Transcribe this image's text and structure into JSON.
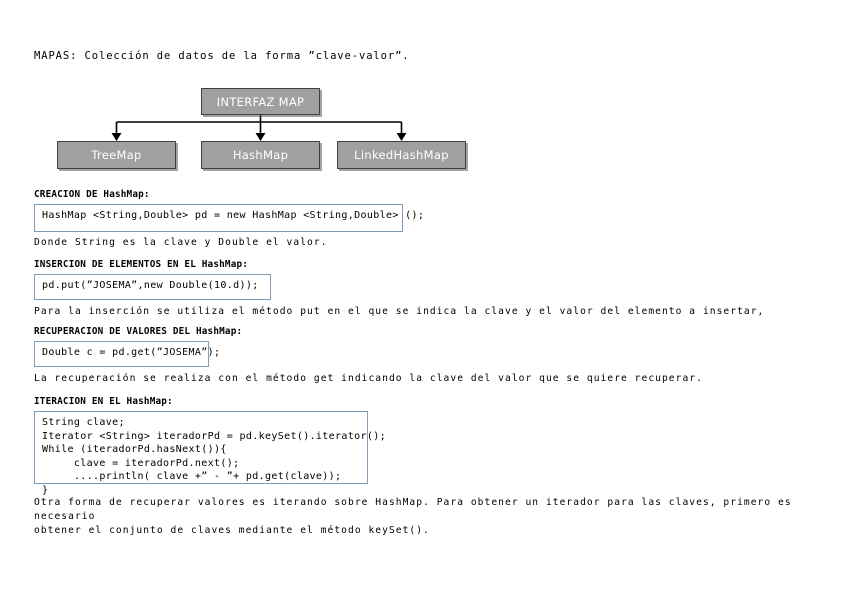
{
  "document": {
    "intro": "MAPAS: Colección de datos de la forma ”clave-valor”."
  },
  "diagram": {
    "root": {
      "label": "INTERFAZ MAP"
    },
    "children": [
      {
        "label": "TreeMap"
      },
      {
        "label": "HashMap"
      },
      {
        "label": "LinkedHashMap"
      }
    ],
    "colors": {
      "node_fill": "#a0a0a0",
      "node_border": "#404040",
      "node_text": "#ffffff",
      "connector": "#000000"
    }
  },
  "sections": [
    {
      "heading": "CREACION DE HashMap:",
      "code": "HashMap <String,Double> pd = new HashMap <String,Double> ();",
      "note": "Donde String es la clave y Double el valor."
    },
    {
      "heading": "INSERCION DE ELEMENTOS EN EL HashMap:",
      "code": "pd.put(”JOSEMA”,new Double(10.d));",
      "note": "Para la inserción se utiliza el método put en el que se indica la clave y el valor del elemento a insertar,"
    },
    {
      "heading": "RECUPERACION DE VALORES DEL HashMap:",
      "code": "Double c = pd.get(”JOSEMA”);",
      "note": "La recuperación se realiza con el método get indicando la clave del valor que se quiere recuperar."
    },
    {
      "heading": "ITERACION EN EL HashMap:",
      "code": "String clave;\nIterator <String> iteradorPd = pd.keySet().iterator();\nWhile (iteradorPd.hasNext()){\n     clave = iteradorPd.next();\n     ....println( clave +” - ”+ pd.get(clave));\n}",
      "note": "Otra forma de recuperar valores es iterando sobre HashMap. Para obtener un iterador para las claves, primero es necesario\nobtener el conjunto de claves mediante el método keySet()."
    }
  ],
  "style": {
    "code_border": "#7f9db9",
    "background": "#ffffff",
    "text": "#000000"
  }
}
